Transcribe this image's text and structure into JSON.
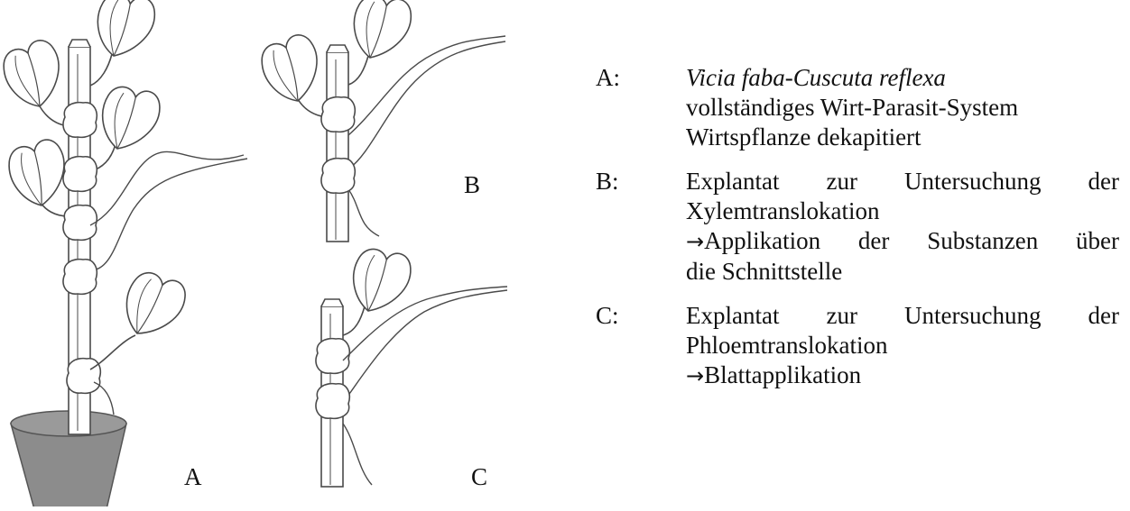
{
  "figure": {
    "panel_labels": {
      "a": "A",
      "b": "B",
      "c": "C"
    },
    "pot_color": "#8c8c8c",
    "line_color": "#4a4a4a"
  },
  "legend": {
    "a": {
      "key": "A:",
      "title_italic": "Vicia faba-Cuscuta reflexa",
      "lines": [
        "vollständiges Wirt-Parasit-System",
        "Wirtspflanze dekapitiert"
      ]
    },
    "b": {
      "key": "B:",
      "line1": "Explantat zur Untersuchung der",
      "line2": "Xylemtranslokation",
      "arrow": "→",
      "line3": "Applikation der Substanzen über",
      "line4": "die Schnittstelle"
    },
    "c": {
      "key": "C:",
      "line1": "Explantat zur Untersuchung der",
      "line2": "Phloemtranslokation",
      "arrow": "→",
      "line3": "Blattapplikation"
    }
  }
}
